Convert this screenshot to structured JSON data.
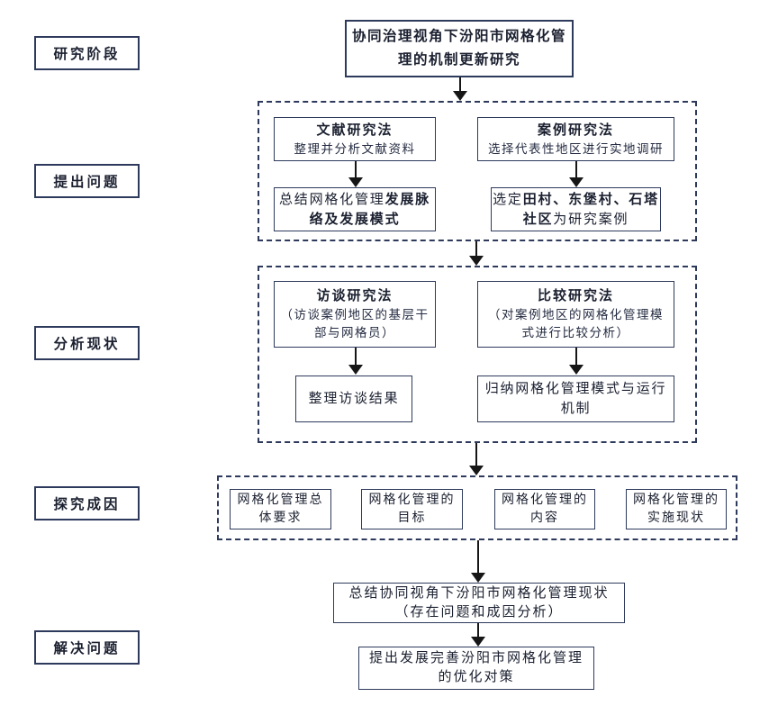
{
  "stages": [
    "研究阶段",
    "提出问题",
    "分析现状",
    "探究成因",
    "解决问题"
  ],
  "title": {
    "lines": [
      "协同治理视角下汾阳市网格化管",
      "理的机制更新研究"
    ]
  },
  "phase1": {
    "literature": {
      "name": "文献研究法",
      "desc": "整理并分析文献资料",
      "result": {
        "l1_plain": "总结网格化管理",
        "l1_bold": "发展脉",
        "l2_bold": "络及发展模式"
      }
    },
    "case": {
      "name": "案例研究法",
      "desc": "选择代表性地区进行实地调研",
      "result": {
        "l1_plain": "选定",
        "l1_bold": "田村、东堡村、石塔",
        "l2_bold": "社区",
        "l2_plain": "为研究案例"
      }
    }
  },
  "phase2": {
    "interview": {
      "name": "访谈研究法",
      "desc_lines": [
        "（访谈案例地区的基层干",
        "部与网格员）"
      ],
      "result_lines": [
        "整理访谈结果"
      ]
    },
    "compare": {
      "name": "比较研究法",
      "desc_lines": [
        "（对案例地区的网格化管理模",
        "式进行比较分析）"
      ],
      "result_lines": [
        "归纳网格化管理模式与运行",
        "机制"
      ]
    }
  },
  "phase3": {
    "boxes": [
      {
        "lines": [
          "网格化管理总",
          "体要求"
        ]
      },
      {
        "lines": [
          "网格化管理的",
          "目标"
        ]
      },
      {
        "lines": [
          "网格化管理的",
          "内容"
        ]
      },
      {
        "lines": [
          "网格化管理的",
          "实施现状"
        ]
      }
    ]
  },
  "summary": {
    "lines": [
      "总结协同视角下汾阳市网格化管理现状",
      "（存在问题和成因分析）"
    ]
  },
  "final": {
    "lines": [
      "提出发展完善汾阳市网格化管理",
      "的优化对策"
    ]
  },
  "colors": {
    "border": "#2e3a5c",
    "arrow": "#161616",
    "text": "#1b2030",
    "background": "#ffffff"
  }
}
